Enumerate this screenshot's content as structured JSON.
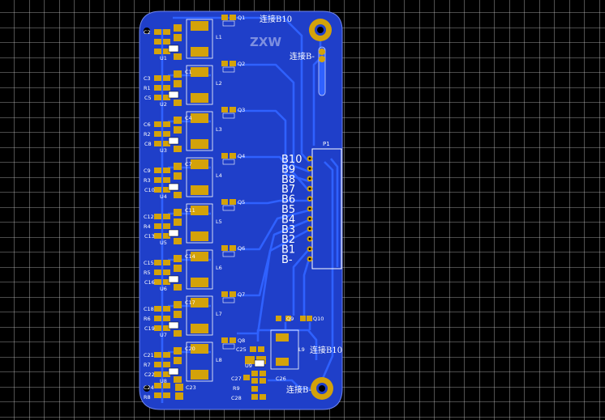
{
  "board": {
    "logo": "ZXW",
    "connector_title": "P1",
    "pin_labels": [
      "B10",
      "B9",
      "B8",
      "B7",
      "B6",
      "B5",
      "B4",
      "B3",
      "B2",
      "B1",
      "B-"
    ],
    "pad_labels": {
      "top_b10": "连接B10",
      "top_bminus": "连接B-",
      "bottom_b10": "连接B10",
      "bottom_bminus": "连接B-"
    }
  },
  "cells": [
    {
      "cap_a": "C2",
      "res": "",
      "cap_b": "",
      "u": "U1",
      "cap_c": "",
      "l": "L1",
      "q": "Q1"
    },
    {
      "cap_a": "C3",
      "res": "R1",
      "cap_b": "C5",
      "u": "U2",
      "cap_c": "C1",
      "l": "L2",
      "q": "Q2"
    },
    {
      "cap_a": "C6",
      "res": "R2",
      "cap_b": "C8",
      "u": "U3",
      "cap_c": "C4",
      "l": "L3",
      "q": "Q3"
    },
    {
      "cap_a": "C9",
      "res": "R3",
      "cap_b": "C10",
      "u": "U4",
      "cap_c": "C7",
      "l": "L4",
      "q": "Q4"
    },
    {
      "cap_a": "C12",
      "res": "R4",
      "cap_b": "C13",
      "u": "U5",
      "cap_c": "C11",
      "l": "L5",
      "q": "Q5"
    },
    {
      "cap_a": "C15",
      "res": "R5",
      "cap_b": "C16",
      "u": "U6",
      "cap_c": "C14",
      "l": "L6",
      "q": "Q6"
    },
    {
      "cap_a": "C18",
      "res": "R6",
      "cap_b": "C19",
      "u": "U7",
      "cap_c": "C17",
      "l": "L7",
      "q": "Q7"
    },
    {
      "cap_a": "C21",
      "res": "R7",
      "cap_b": "C22",
      "u": "U8",
      "cap_c": "C20",
      "l": "L8",
      "q": "Q8"
    }
  ],
  "bottom_cell": {
    "caps": [
      "C24",
      "C23"
    ],
    "res": "R8"
  },
  "extra": {
    "q9": "Q9",
    "q10": "Q10",
    "l9": "L9",
    "u9": "U9",
    "c25": "C25",
    "c26": "C26",
    "c27": "C27",
    "c28": "C28",
    "r9": "R9"
  },
  "colors": {
    "background": "#000000",
    "grid": "#c8c8c8",
    "board": "#1f3fc9",
    "trace": "#2f61ff",
    "pad": "#d3a20a",
    "silk": "#ffffff",
    "logo": "#7d8fe0"
  }
}
